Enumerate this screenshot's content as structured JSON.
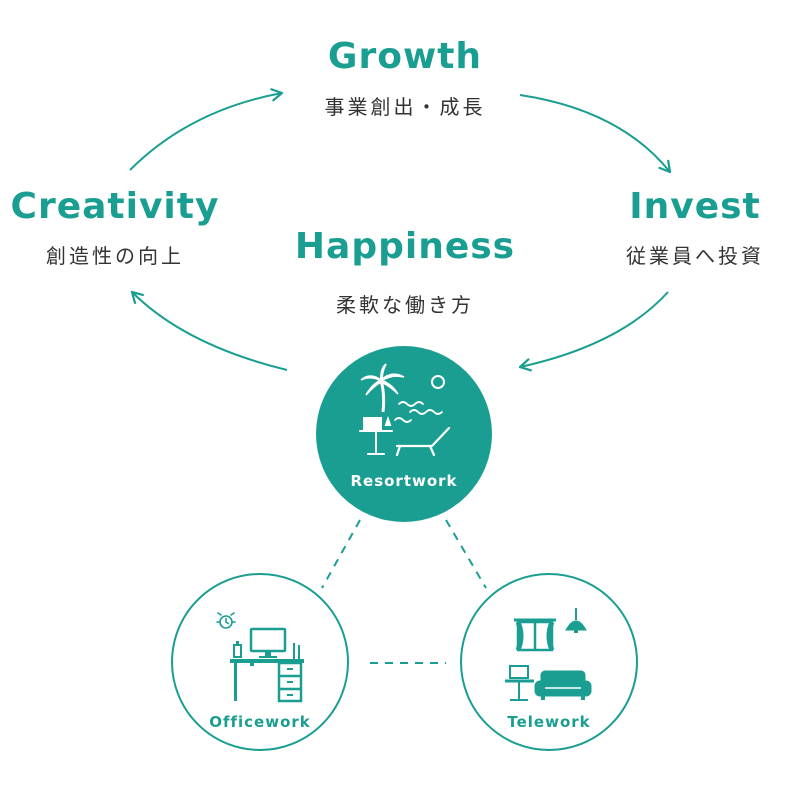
{
  "colors": {
    "teal": "#1a9e91",
    "text": "#333333",
    "white": "#ffffff"
  },
  "cycle": {
    "growth": {
      "title": "Growth",
      "subtitle": "事業創出・成長"
    },
    "invest": {
      "title": "Invest",
      "subtitle": "従業員へ投資"
    },
    "creativity": {
      "title": "Creativity",
      "subtitle": "創造性の向上"
    },
    "happiness": {
      "title": "Happiness",
      "subtitle": "柔軟な働き方"
    }
  },
  "workstyles": {
    "resortwork": {
      "label": "Resortwork"
    },
    "officework": {
      "label": "Officework"
    },
    "telework": {
      "label": "Telework"
    }
  },
  "icons": [
    "palm-tree-icon",
    "sun-icon",
    "waves-icon",
    "laptop-desk-icon",
    "beach-chair-icon",
    "clock-icon",
    "monitor-desk-icon",
    "cabinet-icon",
    "window-icon",
    "pendant-lamp-icon",
    "sofa-icon"
  ]
}
